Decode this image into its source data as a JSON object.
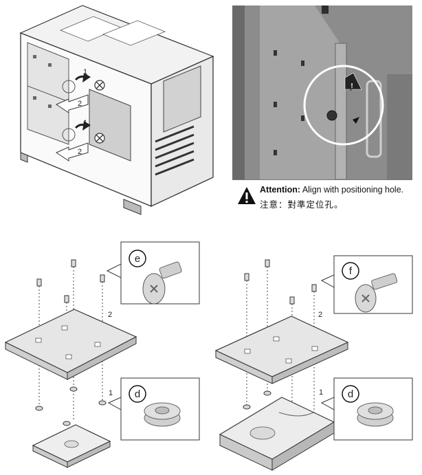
{
  "case_illustration": {
    "upper_step_1": "1",
    "upper_step_2": "2",
    "lower_step_1": "1",
    "lower_step_2": "2"
  },
  "detail": {
    "attention_label": "Attention:",
    "attention_text": "Align with positioning hole.",
    "attention_text_zh": "注意：對準定位孔。"
  },
  "left_assembly": {
    "callout_screw": "e",
    "callout_grommet": "d",
    "step_1": "1",
    "step_2": "2"
  },
  "right_assembly": {
    "callout_screw": "f",
    "callout_grommet": "d",
    "step_1": "1",
    "step_2": "2"
  }
}
